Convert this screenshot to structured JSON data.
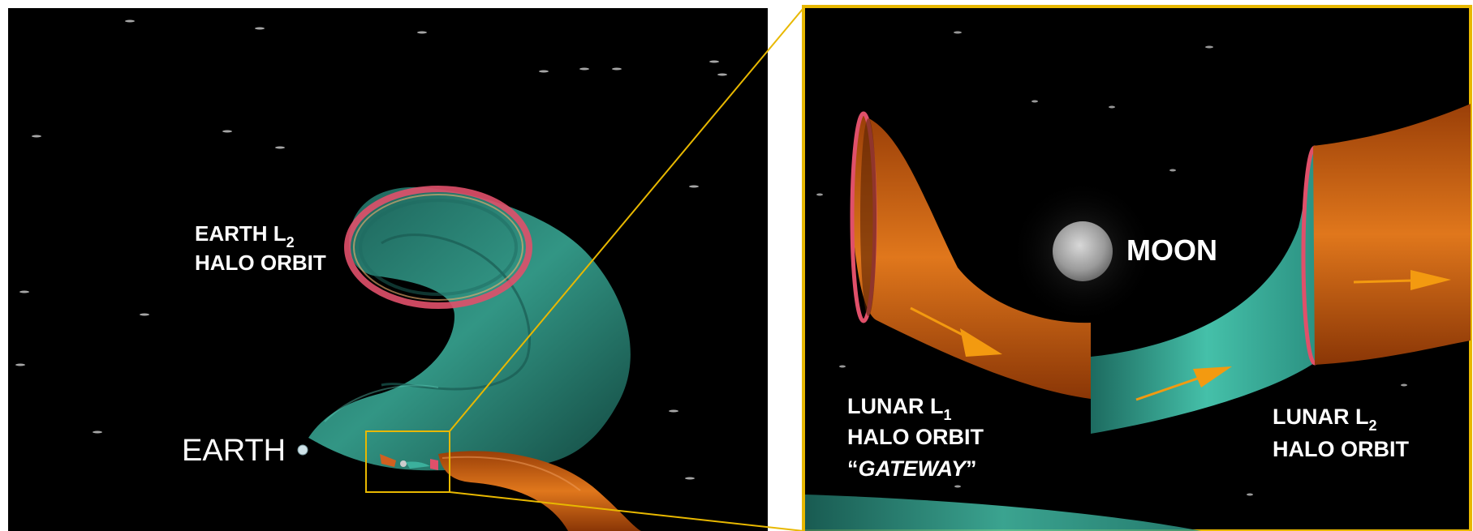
{
  "left_panel": {
    "earth_l2_label": {
      "line1_main": "EARTH L",
      "line1_sub": "2",
      "line2": "HALO ORBIT"
    },
    "earth_label": "EARTH"
  },
  "right_panel": {
    "moon_label": "MOON",
    "lunar_l1_label": {
      "line1_main": "LUNAR L",
      "line1_sub": "1",
      "line2": "HALO ORBIT",
      "line3_open": "“",
      "line3_italic": "GATEWAY",
      "line3_close": "”"
    },
    "lunar_l2_label": {
      "line1_main": "LUNAR L",
      "line1_sub": "2",
      "line2": "HALO ORBIT"
    }
  },
  "colors": {
    "space": "#000000",
    "teal_tube": "#2a9d8a",
    "orange_tube": "#c85a0e",
    "halo_ring": "#e0506a",
    "callout_frame": "#e8b800",
    "arrow": "#f39a10"
  }
}
